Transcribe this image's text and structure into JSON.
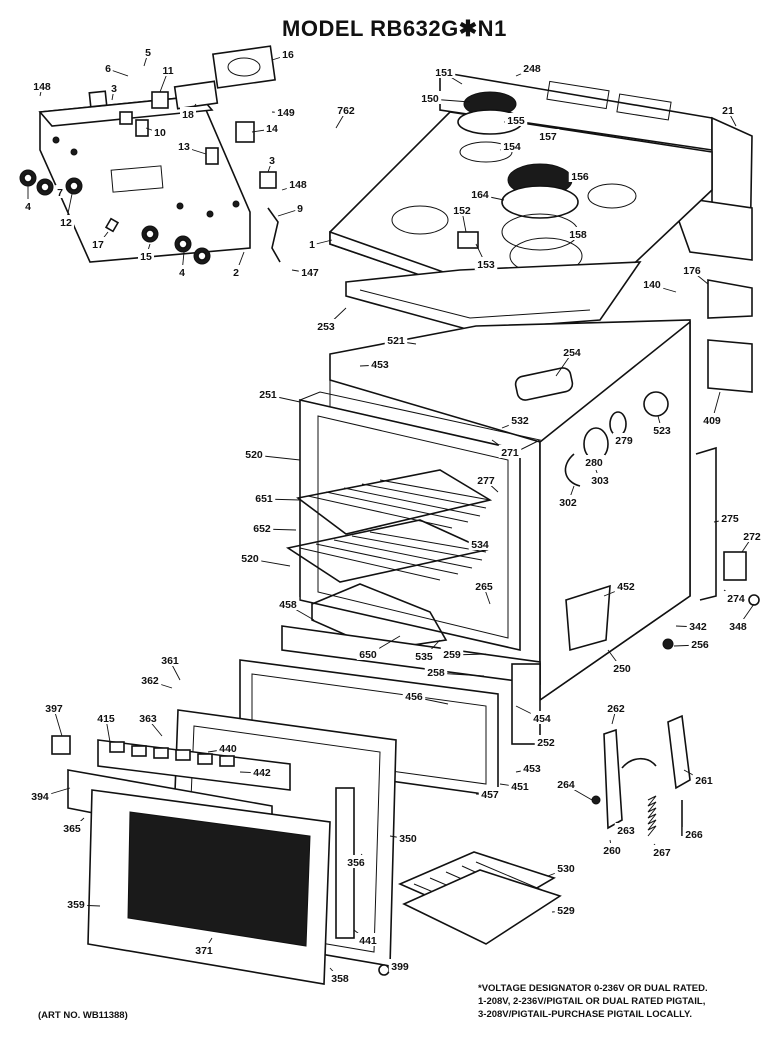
{
  "title": "MODEL RB632G✱N1",
  "art_number": "(ART NO. WB11388)",
  "note_lines": [
    "*VOLTAGE DESIGNATOR 0-236V OR DUAL RATED.",
    "1-208V, 2-236V/PIGTAIL OR DUAL RATED PIGTAIL,",
    "3-208V/PIGTAIL-PURCHASE PIGTAIL LOCALLY."
  ],
  "parts": [
    {
      "id": "p5",
      "label": "5"
    },
    {
      "id": "p16",
      "label": "16"
    },
    {
      "id": "p6",
      "label": "6"
    },
    {
      "id": "p11",
      "label": "11"
    },
    {
      "id": "p148a",
      "label": "148"
    },
    {
      "id": "p3a",
      "label": "3"
    },
    {
      "id": "p18",
      "label": "18"
    },
    {
      "id": "p149",
      "label": "149"
    },
    {
      "id": "p10",
      "label": "10"
    },
    {
      "id": "p14",
      "label": "14"
    },
    {
      "id": "p13",
      "label": "13"
    },
    {
      "id": "p3b",
      "label": "3"
    },
    {
      "id": "p148b",
      "label": "148"
    },
    {
      "id": "p9",
      "label": "9"
    },
    {
      "id": "p4a",
      "label": "4"
    },
    {
      "id": "p7",
      "label": "7"
    },
    {
      "id": "p12",
      "label": "12"
    },
    {
      "id": "p17",
      "label": "17"
    },
    {
      "id": "p15",
      "label": "15"
    },
    {
      "id": "p4b",
      "label": "4"
    },
    {
      "id": "p2",
      "label": "2"
    },
    {
      "id": "p147",
      "label": "147"
    },
    {
      "id": "p762",
      "label": "762"
    },
    {
      "id": "p151",
      "label": "151"
    },
    {
      "id": "p248",
      "label": "248"
    },
    {
      "id": "p150",
      "label": "150"
    },
    {
      "id": "p155",
      "label": "155"
    },
    {
      "id": "p157",
      "label": "157"
    },
    {
      "id": "p154",
      "label": "154"
    },
    {
      "id": "p21",
      "label": "21"
    },
    {
      "id": "p156",
      "label": "156"
    },
    {
      "id": "p164",
      "label": "164"
    },
    {
      "id": "p152",
      "label": "152"
    },
    {
      "id": "p158",
      "label": "158"
    },
    {
      "id": "p153",
      "label": "153"
    },
    {
      "id": "p1",
      "label": "1"
    },
    {
      "id": "p176",
      "label": "176"
    },
    {
      "id": "p140",
      "label": "140"
    },
    {
      "id": "p253",
      "label": "253"
    },
    {
      "id": "p521",
      "label": "521"
    },
    {
      "id": "p453a",
      "label": "453"
    },
    {
      "id": "p254",
      "label": "254"
    },
    {
      "id": "p409",
      "label": "409"
    },
    {
      "id": "p251",
      "label": "251"
    },
    {
      "id": "p532",
      "label": "532"
    },
    {
      "id": "p523",
      "label": "523"
    },
    {
      "id": "p279",
      "label": "279"
    },
    {
      "id": "p271",
      "label": "271"
    },
    {
      "id": "p520a",
      "label": "520"
    },
    {
      "id": "p280",
      "label": "280"
    },
    {
      "id": "p303",
      "label": "303"
    },
    {
      "id": "p277",
      "label": "277"
    },
    {
      "id": "p651",
      "label": "651"
    },
    {
      "id": "p302",
      "label": "302"
    },
    {
      "id": "p652",
      "label": "652"
    },
    {
      "id": "p534",
      "label": "534"
    },
    {
      "id": "p275",
      "label": "275"
    },
    {
      "id": "p272",
      "label": "272"
    },
    {
      "id": "p520b",
      "label": "520"
    },
    {
      "id": "p265",
      "label": "265"
    },
    {
      "id": "p452",
      "label": "452"
    },
    {
      "id": "p274",
      "label": "274"
    },
    {
      "id": "p458",
      "label": "458"
    },
    {
      "id": "p342",
      "label": "342"
    },
    {
      "id": "p348",
      "label": "348"
    },
    {
      "id": "p256",
      "label": "256"
    },
    {
      "id": "p650",
      "label": "650"
    },
    {
      "id": "p535",
      "label": "535"
    },
    {
      "id": "p259",
      "label": "259"
    },
    {
      "id": "p250",
      "label": "250"
    },
    {
      "id": "p258",
      "label": "258"
    },
    {
      "id": "p361",
      "label": "361"
    },
    {
      "id": "p362",
      "label": "362"
    },
    {
      "id": "p456",
      "label": "456"
    },
    {
      "id": "p454",
      "label": "454"
    },
    {
      "id": "p397",
      "label": "397"
    },
    {
      "id": "p415",
      "label": "415"
    },
    {
      "id": "p363",
      "label": "363"
    },
    {
      "id": "p440",
      "label": "440"
    },
    {
      "id": "p262",
      "label": "262"
    },
    {
      "id": "p252",
      "label": "252"
    },
    {
      "id": "p442",
      "label": "442"
    },
    {
      "id": "p453b",
      "label": "453"
    },
    {
      "id": "p261",
      "label": "261"
    },
    {
      "id": "p394",
      "label": "394"
    },
    {
      "id": "p457",
      "label": "457"
    },
    {
      "id": "p451",
      "label": "451"
    },
    {
      "id": "p264",
      "label": "264"
    },
    {
      "id": "p365",
      "label": "365"
    },
    {
      "id": "p263",
      "label": "263"
    },
    {
      "id": "p350",
      "label": "350"
    },
    {
      "id": "p266",
      "label": "266"
    },
    {
      "id": "p260",
      "label": "260"
    },
    {
      "id": "p267",
      "label": "267"
    },
    {
      "id": "p356",
      "label": "356"
    },
    {
      "id": "p530",
      "label": "530"
    },
    {
      "id": "p359",
      "label": "359"
    },
    {
      "id": "p529",
      "label": "529"
    },
    {
      "id": "p441",
      "label": "441"
    },
    {
      "id": "p371",
      "label": "371"
    },
    {
      "id": "p358",
      "label": "358"
    },
    {
      "id": "p399",
      "label": "399"
    }
  ]
}
